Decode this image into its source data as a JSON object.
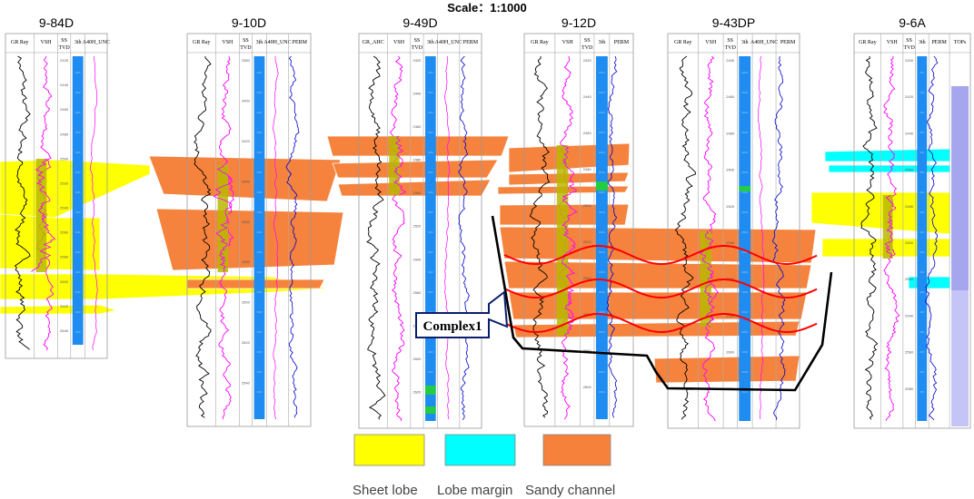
{
  "title": "Scale：1:1000",
  "colors": {
    "sheet_lobe": "#ffff00",
    "lobe_margin": "#00ffff",
    "sandy_channel": "#f5813a",
    "vsh_fill": "#b8b800",
    "depth_track": "#1e8cf0",
    "gr_curve": "#000000",
    "vsh_curve": "#ff00ff",
    "perm_curve": "#0000cc",
    "wave": "#ff0000",
    "complex_outline": "#000000"
  },
  "wells": [
    {
      "name": "9-84D",
      "headers": [
        "GR Ray",
        "VSH",
        "SS\nTVD",
        "3th",
        "A40H_UNC"
      ]
    },
    {
      "name": "9-10D",
      "headers": [
        "GR Ray",
        "VSH",
        "SS\nTVD",
        "3th",
        "A40H_UNC",
        "PERM"
      ]
    },
    {
      "name": "9-49D",
      "headers": [
        "GR_AHC",
        "VSH",
        "SS\nTVD",
        "3th",
        "A40H_UNC",
        "PERM"
      ]
    },
    {
      "name": "9-12D",
      "headers": [
        "GR Ray",
        "VSH",
        "SS\nTVD",
        "3th",
        "PERM"
      ]
    },
    {
      "name": "9-43DP",
      "headers": [
        "GR Ray",
        "VSH",
        "SS\nTVD",
        "3th",
        "A40H_UNC",
        "PERM"
      ]
    },
    {
      "name": "9-6A",
      "headers": [
        "GR Ray",
        "VSH",
        "SS\nTVD",
        "3th",
        "PERM",
        "TOPs"
      ]
    }
  ],
  "callout": "Complex1",
  "legend": [
    {
      "label": "Sheet lobe",
      "color": "#ffff00"
    },
    {
      "label": "Lobe margin",
      "color": "#00ffff"
    },
    {
      "label": "Sandy channel",
      "color": "#f5813a"
    }
  ]
}
